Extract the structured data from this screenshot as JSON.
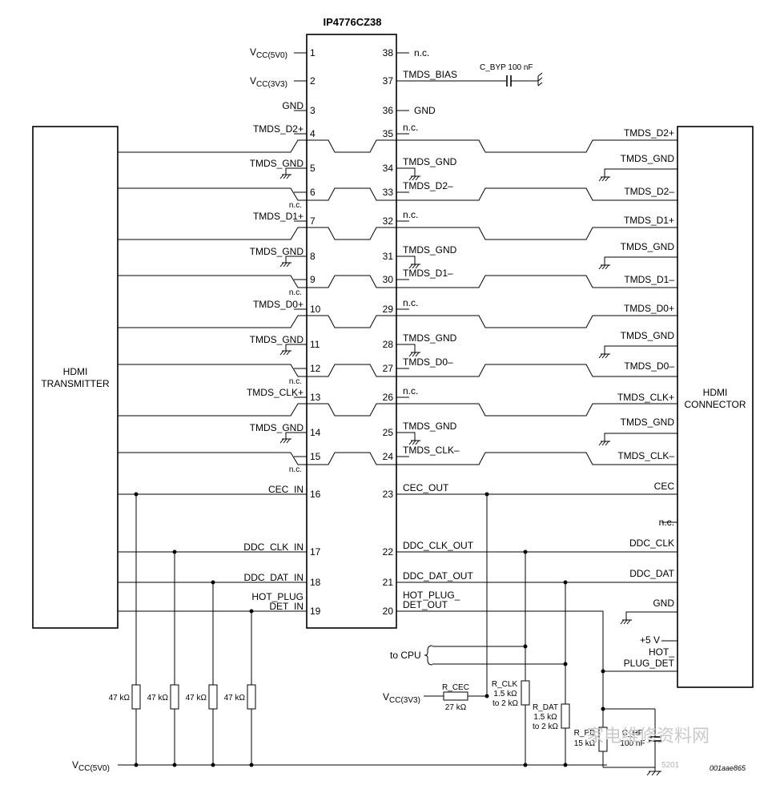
{
  "ic": {
    "name": "IP4776CZ38",
    "left_pins": [
      {
        "no": "1",
        "label": "V",
        "sub": "CC(5V0)"
      },
      {
        "no": "2",
        "label": "V",
        "sub": "CC(3V3)"
      },
      {
        "no": "3",
        "label": "GND",
        "sub": ""
      },
      {
        "no": "4",
        "label": "TMDS_D2+",
        "sub": ""
      },
      {
        "no": "5",
        "label": "TMDS_GND",
        "sub": ""
      },
      {
        "no": "6",
        "label": "",
        "sub": ""
      },
      {
        "no": "7",
        "label": "TMDS_D1+",
        "sub": ""
      },
      {
        "no": "8",
        "label": "TMDS_GND",
        "sub": ""
      },
      {
        "no": "9",
        "label": "",
        "sub": ""
      },
      {
        "no": "10",
        "label": "TMDS_D0+",
        "sub": ""
      },
      {
        "no": "11",
        "label": "TMDS_GND",
        "sub": ""
      },
      {
        "no": "12",
        "label": "",
        "sub": ""
      },
      {
        "no": "13",
        "label": "TMDS_CLK+",
        "sub": ""
      },
      {
        "no": "14",
        "label": "TMDS_GND",
        "sub": ""
      },
      {
        "no": "15",
        "label": "",
        "sub": ""
      },
      {
        "no": "16",
        "label": "CEC_IN",
        "sub": ""
      },
      {
        "no": "17",
        "label": "DDC_CLK_IN",
        "sub": ""
      },
      {
        "no": "18",
        "label": "DDC_DAT_IN",
        "sub": ""
      },
      {
        "no": "19",
        "label": "HOT_PLUG",
        "label2": "_DET_IN",
        "sub": ""
      }
    ],
    "right_pins": [
      {
        "no": "38",
        "label": "n.c."
      },
      {
        "no": "37",
        "label": "TMDS_BIAS"
      },
      {
        "no": "36",
        "label": "GND"
      },
      {
        "no": "35",
        "label": "n.c."
      },
      {
        "no": "34",
        "label": "TMDS_GND"
      },
      {
        "no": "33",
        "label": "TMDS_D2–"
      },
      {
        "no": "32",
        "label": "n.c."
      },
      {
        "no": "31",
        "label": "TMDS_GND"
      },
      {
        "no": "30",
        "label": "TMDS_D1–"
      },
      {
        "no": "29",
        "label": "n.c."
      },
      {
        "no": "28",
        "label": "TMDS_GND"
      },
      {
        "no": "27",
        "label": "TMDS_D0–"
      },
      {
        "no": "26",
        "label": "n.c."
      },
      {
        "no": "25",
        "label": "TMDS_GND"
      },
      {
        "no": "24",
        "label": "TMDS_CLK–"
      },
      {
        "no": "23",
        "label": "CEC_OUT"
      },
      {
        "no": "22",
        "label": "DDC_CLK_OUT"
      },
      {
        "no": "21",
        "label": "DDC_DAT_OUT"
      },
      {
        "no": "20",
        "label": "HOT_PLUG_",
        "label2": "DET_OUT"
      }
    ],
    "nc_note": "n.c."
  },
  "transmitter": {
    "line1": "HDMI",
    "line2": "TRANSMITTER"
  },
  "connector": {
    "line1": "HDMI",
    "line2": "CONNECTOR",
    "pins": [
      "TMDS_D2+",
      "TMDS_GND",
      "TMDS_D2–",
      "TMDS_D1+",
      "TMDS_GND",
      "TMDS_D1–",
      "TMDS_D0+",
      "TMDS_GND",
      "TMDS_D0–",
      "TMDS_CLK+",
      "TMDS_GND",
      "TMDS_CLK–",
      "CEC",
      "n.c.",
      "DDC_CLK",
      "DDC_DAT",
      "GND",
      "+5 V",
      "HOT_",
      "PLUG_DET"
    ]
  },
  "components": {
    "c_byp": "C_BYP 100 nF",
    "pullups": [
      "47 kΩ",
      "47 kΩ",
      "47 kΩ",
      "47 kΩ"
    ],
    "vcc5_main": "V",
    "vcc5_sub": "CC(5V0)",
    "vcc3_main": "V",
    "vcc3_sub": "CC(3V3)",
    "to_cpu": "to CPU",
    "r_cec": [
      "R_CEC",
      "27 kΩ"
    ],
    "r_clk": [
      "R_CLK",
      "1.5 kΩ",
      "to 2 kΩ"
    ],
    "r_dat": [
      "R_DAT",
      "1.5 kΩ",
      "to 2 kΩ"
    ],
    "r_pd": [
      "R_PD",
      "15 kΩ"
    ],
    "c_hp": [
      "C_HP",
      "100 nF"
    ]
  },
  "figure_id": "001aae865",
  "watermark": {
    "text": "家电维修资料网",
    "url": "5201"
  }
}
